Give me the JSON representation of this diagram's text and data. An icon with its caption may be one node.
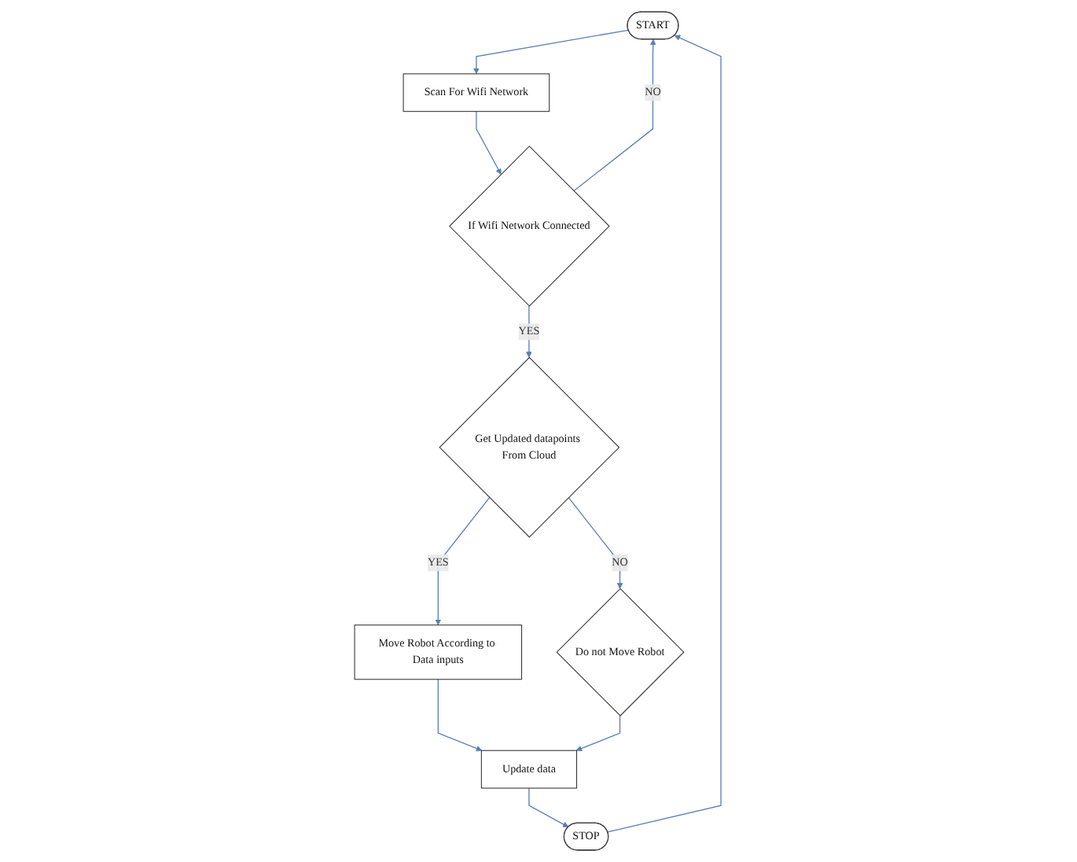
{
  "diagram": {
    "nodes": [
      {
        "text": [
          "START"
        ]
      },
      {
        "text": [
          "Scan For Wifi Network"
        ]
      },
      {
        "text": [
          "If Wifi Network Connected"
        ]
      },
      {
        "text": [
          "Get Updated datapoints From Cloud"
        ]
      },
      {
        "text": [
          "Do not Move Robot"
        ]
      },
      {
        "text": [
          "Move Robot According to Data inputs"
        ]
      },
      {
        "text": [
          "Update data"
        ]
      },
      {
        "text": [
          "STOP"
        ]
      }
    ],
    "edges": [
      {
        "from": 0,
        "to": 1,
        "arrow": "to"
      },
      {
        "from": 1,
        "to": 2,
        "arrow": "to"
      },
      {
        "from": 2,
        "to": 0,
        "arrow": "to",
        "label": "NO"
      },
      {
        "from": 2,
        "to": 3,
        "arrow": "to",
        "label": "YES"
      },
      {
        "from": 3,
        "to": 4,
        "arrow": "to",
        "label": "NO"
      },
      {
        "from": 3,
        "to": 5,
        "arrow": "to",
        "label": "YES"
      },
      {
        "from": 5,
        "to": 6,
        "arrow": "to"
      },
      {
        "from": 4,
        "to": 6,
        "arrow": "to"
      },
      {
        "from": 6,
        "to": 7,
        "arrow": "to"
      },
      {
        "from": 7,
        "to": 0,
        "arrow": "to"
      }
    ]
  }
}
